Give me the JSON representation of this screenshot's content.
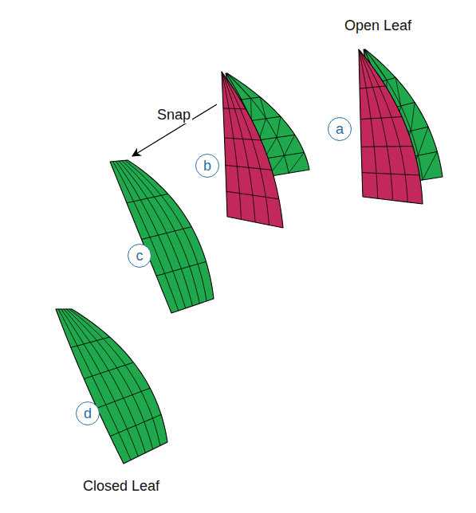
{
  "diagram": {
    "nodes": [
      {
        "text": [
          "a"
        ]
      },
      {
        "text": [
          "b"
        ]
      },
      {
        "text": [
          "c"
        ]
      },
      {
        "text": [
          "d"
        ]
      }
    ],
    "labels": [
      "Open Leaf",
      "Snap",
      "Closed Leaf"
    ]
  }
}
